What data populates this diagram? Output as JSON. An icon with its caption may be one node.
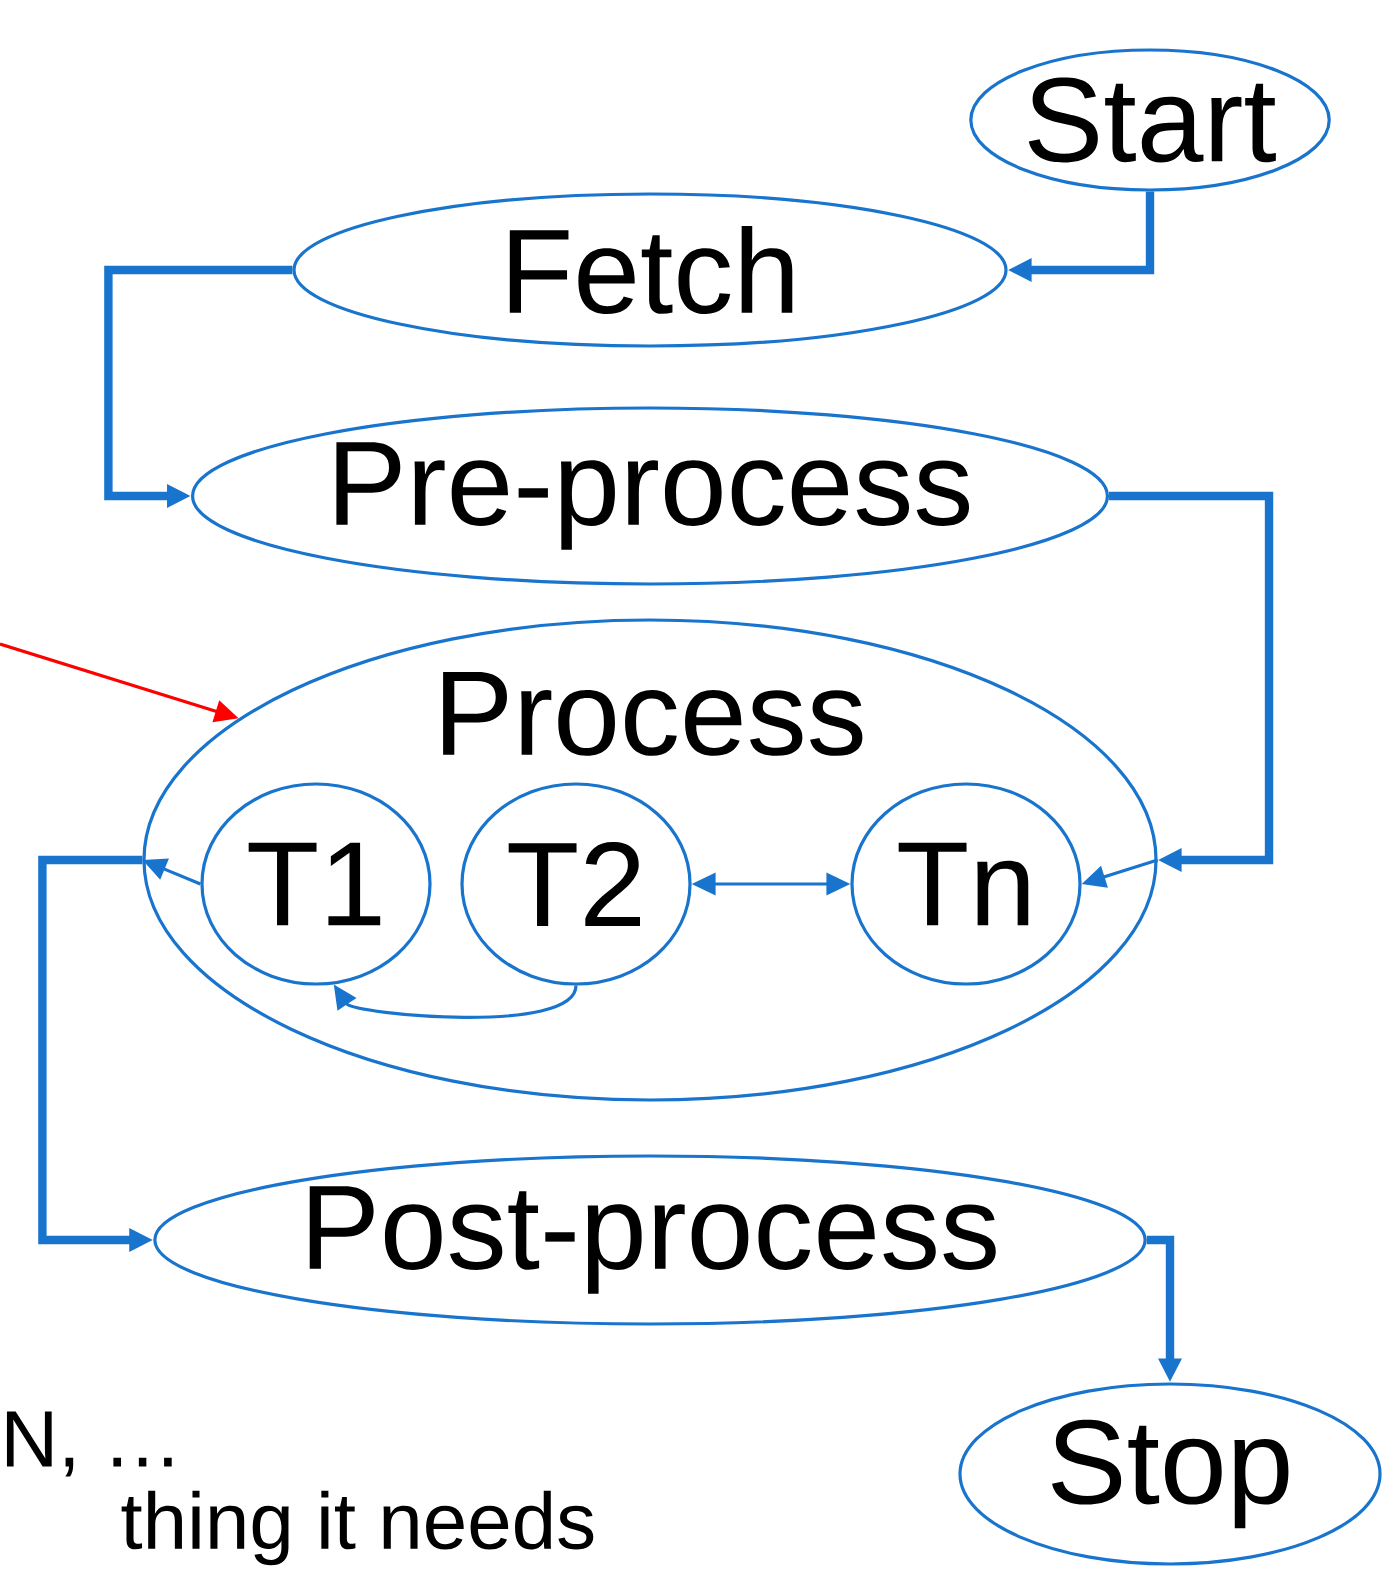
{
  "diagram": {
    "nodes": [
      {
        "text": [
          "Start"
        ]
      },
      {
        "text": [
          "Fetch"
        ]
      },
      {
        "text": [
          "Pre-process"
        ]
      },
      {
        "text": [
          "Process"
        ]
      },
      {
        "text": [
          "T1"
        ],
        "in": 3
      },
      {
        "text": [
          "T2"
        ],
        "in": 3
      },
      {
        "text": [
          "Tn"
        ],
        "in": 3
      },
      {
        "text": [
          "Post-process"
        ]
      },
      {
        "text": [
          "Stop"
        ]
      }
    ],
    "edges": [
      {
        "from": 0,
        "to": 1,
        "arrow": "to",
        "style": "thick"
      },
      {
        "from": 1,
        "to": 2,
        "arrow": "to",
        "style": "thick"
      },
      {
        "from": 2,
        "to": 3,
        "arrow": "to",
        "style": "thick"
      },
      {
        "from": 3,
        "to": 6,
        "arrow": "to"
      },
      {
        "from": 4,
        "to": 3,
        "arrow": "to"
      },
      {
        "from": 3,
        "to": 7,
        "arrow": "to",
        "style": "thick"
      },
      {
        "from": 5,
        "to": 6,
        "arrow": "both"
      },
      {
        "from": 5,
        "to": 4,
        "arrow": "to"
      },
      {
        "from": 7,
        "to": 8,
        "arrow": "to",
        "style": "thick"
      },
      {
        "from": null,
        "to": 3,
        "arrow": "to",
        "color": "#ff0000"
      }
    ],
    "labels": [
      "N, …",
      "thing it needs"
    ]
  }
}
